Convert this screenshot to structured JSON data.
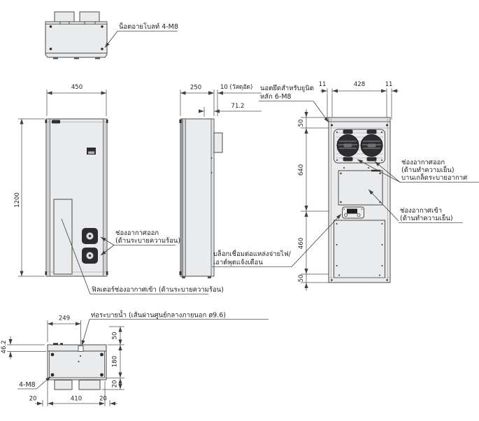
{
  "views": {
    "top": {
      "eye_bolt": "น็อตอายโบลท์ 4-M8"
    },
    "front": {
      "dim_width": "450",
      "dim_height": "1200",
      "air_out_1": "ช่องอากาศออก",
      "air_out_2": "(ด้านระบายความร้อน)",
      "filter_label": "ฟิลเตอร์ช่องอากาศเข้า (ด้านระบายความร้อน)"
    },
    "side": {
      "dim_depth": "250",
      "dim_packing": "10 (วัสดุอัด)",
      "dim_offset": "71.2"
    },
    "rear": {
      "dim_flange_left": "11",
      "dim_width": "428",
      "dim_flange_right": "11",
      "dim_top": "50",
      "dim_upper": "640",
      "dim_lower": "460",
      "dim_bottom": "50",
      "mount_1": "นอตยึดสำหรับยูนิต",
      "mount_2": "หลัก 6-M8",
      "air_out_1": "ช่องอากาศออก",
      "air_out_2": "(ด้านทำความเย็น)",
      "air_out_3": "บานเกล็ดระบายอากาศ",
      "air_in_1": "ช่องอากาศเข้า",
      "air_in_2": "(ด้านทำความเย็น)",
      "power_1": "บล็อกเชื่อมต่อแหล่งจ่ายไฟ/",
      "power_2": "เอาต์พุตแจ้งเตือน"
    },
    "bottom": {
      "dim_top": "249",
      "dim_left": "46.2",
      "dim_right_1": "50",
      "dim_right_2": "180",
      "dim_right_3": "20",
      "dim_b_left": "20",
      "dim_b_center": "410",
      "dim_b_right": "20",
      "bolt_label": "4-M8",
      "drain_label": "ท่อระบายน้ำ (เส้นผ่านศูนย์กลางภายนอก ø9.6)"
    }
  }
}
